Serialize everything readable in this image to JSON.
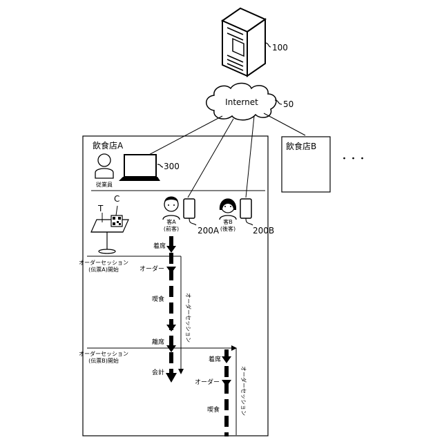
{
  "server": {
    "ref": "100"
  },
  "network": {
    "label": "Internet",
    "ref": "50"
  },
  "store_a": {
    "title": "飲食店A",
    "pc_ref": "300",
    "employee_label": "従業員",
    "table_label": "T",
    "qr_label": "C",
    "customer_a": {
      "line1": "客A",
      "line2": "(前客)",
      "device_ref": "200A"
    },
    "customer_b": {
      "line1": "客B",
      "line2": "(後客)",
      "device_ref": "200B"
    }
  },
  "store_b": {
    "title": "飲食店B"
  },
  "more": "・・・",
  "flow_a": {
    "seated": "着席",
    "order": "オーダー",
    "eating": "喫食",
    "leave": "離席",
    "checkout": "会計",
    "session_label": "オーダーセッション"
  },
  "flow_b": {
    "seated": "着席",
    "order": "オーダー",
    "eating": "喫食",
    "session_label": "オーダーセッション"
  },
  "session_start_a": {
    "line1": "オーダーセッション",
    "line2": "(伝票A)開始"
  },
  "session_start_b": {
    "line1": "オーダーセッション",
    "line2": "(伝票B)開始"
  }
}
